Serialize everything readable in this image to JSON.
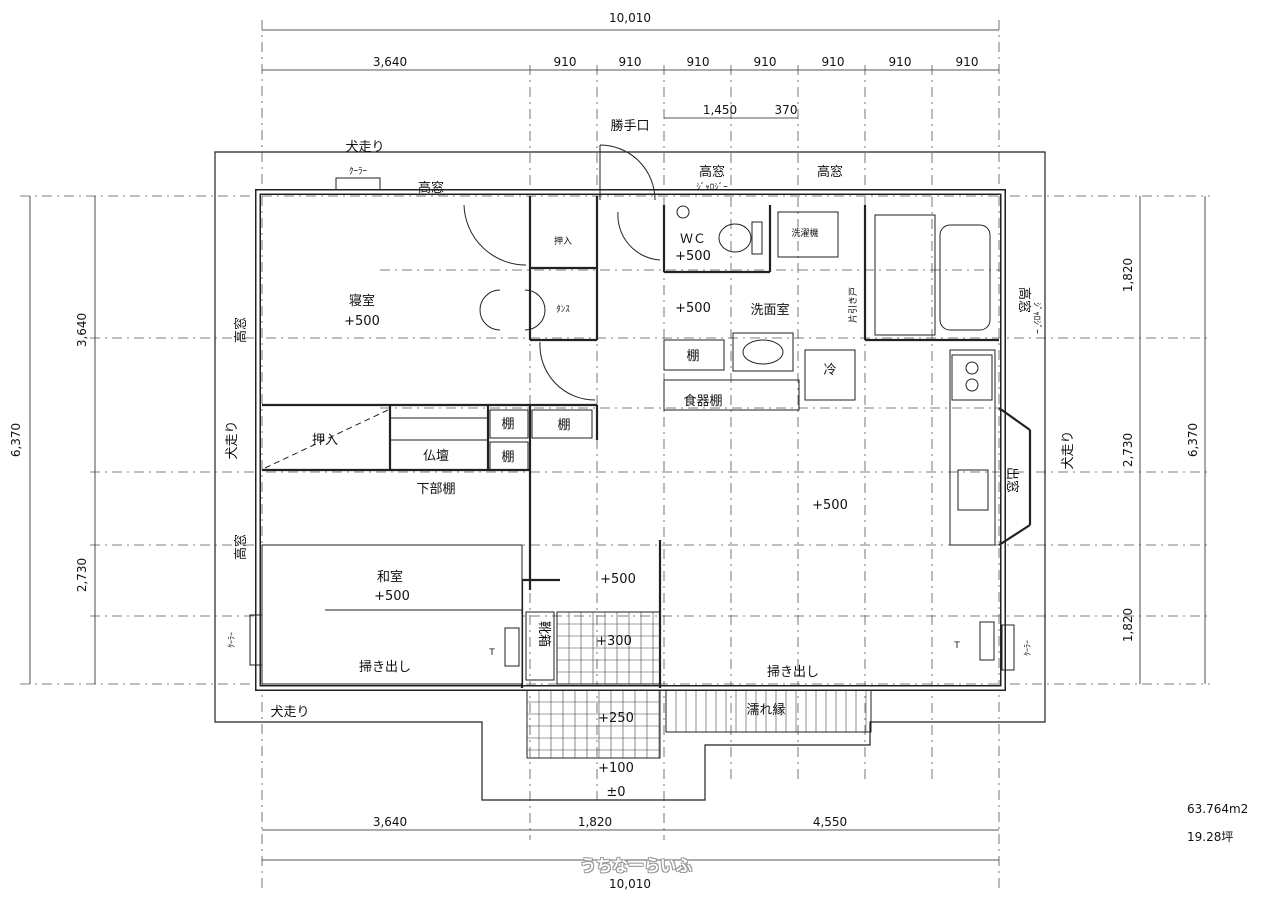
{
  "plan_data": {
    "dimensions": {
      "overall": "10,010",
      "top": [
        "3,640",
        "910",
        "910",
        "910",
        "910",
        "910",
        "910",
        "910"
      ],
      "upper_right": [
        "1,450",
        "370"
      ],
      "bottom": [
        "3,640",
        "1,820",
        "4,550"
      ],
      "left_total": "6,370",
      "left": [
        "3,640",
        "2,730"
      ],
      "right": [
        "1,820",
        "2,730",
        "1,820"
      ],
      "right_total": "6,370"
    },
    "rooms": {
      "bedroom": {
        "name": "寝室",
        "level": "+500"
      },
      "washitsu": {
        "name": "和室",
        "level": "+500"
      },
      "wc": {
        "name": "ＷＣ",
        "level": "+500"
      },
      "washroom": {
        "name": "洗面室",
        "level": "+500"
      },
      "ldk_level": "+500",
      "hall_level": "+500",
      "entrance_level": "+300",
      "porch_level": "+250",
      "step_level": "+100",
      "ground_level": "±0"
    },
    "labels": {
      "katteguchi": "勝手口",
      "inubashiri_top": "犬走り",
      "inubashiri_left": "犬走り",
      "inubashiri_right": "犬走り",
      "inubashiri_bottom": "犬走り",
      "cooler": "ｸｰﾗｰ",
      "takamado": "高窓",
      "jalousie": "ｼﾞｬﾛｼﾞｰ",
      "oshiire": "押入",
      "tansu": "ﾀﾝｽ",
      "butsudan": "仏壇",
      "kabudana": "下部棚",
      "tana": "棚",
      "shokkidana": "食器棚",
      "rei": "冷",
      "sentakuki": "洗濯機",
      "katahikido": "片引き戸",
      "demado": "出窓",
      "getabako": "靴箱",
      "hakidashi": "掃き出し",
      "nureen": "濡れ縁",
      "t_mark": "T"
    },
    "area_m2": "63.764m2",
    "area_tsubo": "19.28坪",
    "watermark": "うちなーらいふ"
  }
}
